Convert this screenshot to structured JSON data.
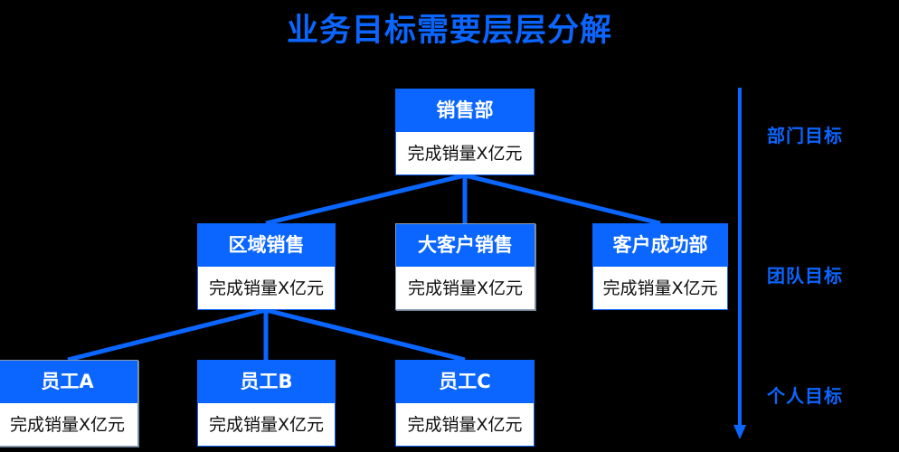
{
  "title": "业务目标需要层层分解",
  "theme": {
    "background": "#000000",
    "accent": "#0a66ff",
    "header_text": "#ffffff",
    "body_text": "#111111"
  },
  "tree": {
    "levels": [
      {
        "id": "department",
        "axis_label": "部门目标",
        "nodes": [
          {
            "id": "sales-dept",
            "header": "销售部",
            "body": "完成销量X亿元"
          }
        ]
      },
      {
        "id": "team",
        "axis_label": "团队目标",
        "nodes": [
          {
            "id": "regional-sales",
            "header": "区域销售",
            "body": "完成销量X亿元"
          },
          {
            "id": "key-account",
            "header": "大客户销售",
            "body": "完成销量X亿元"
          },
          {
            "id": "customer-success",
            "header": "客户成功部",
            "body": "完成销量X亿元"
          }
        ]
      },
      {
        "id": "individual",
        "axis_label": "个人目标",
        "nodes": [
          {
            "id": "employee-a",
            "header": "员工A",
            "body": "完成销量X亿元"
          },
          {
            "id": "employee-b",
            "header": "员工B",
            "body": "完成销量X亿元"
          },
          {
            "id": "employee-c",
            "header": "员工C",
            "body": "完成销量X亿元"
          }
        ]
      }
    ]
  },
  "axis": {
    "orientation": "vertical",
    "arrow": "down",
    "labels": [
      "部门目标",
      "团队目标",
      "个人目标"
    ]
  },
  "chart_data": {
    "type": "diagram",
    "subtype": "org-chart-tree",
    "title": "业务目标需要层层分解",
    "nodes": [
      {
        "id": "sales-dept",
        "level": 1,
        "header": "销售部",
        "body": "完成销量X亿元"
      },
      {
        "id": "regional-sales",
        "level": 2,
        "header": "区域销售",
        "body": "完成销量X亿元"
      },
      {
        "id": "key-account",
        "level": 2,
        "header": "大客户销售",
        "body": "完成销量X亿元"
      },
      {
        "id": "customer-success",
        "level": 2,
        "header": "客户成功部",
        "body": "完成销量X亿元"
      },
      {
        "id": "employee-a",
        "level": 3,
        "header": "员工A",
        "body": "完成销量X亿元"
      },
      {
        "id": "employee-b",
        "level": 3,
        "header": "员工B",
        "body": "完成销量X亿元"
      },
      {
        "id": "employee-c",
        "level": 3,
        "header": "员工C",
        "body": "完成销量X亿元"
      }
    ],
    "edges": [
      {
        "from": "sales-dept",
        "to": "regional-sales"
      },
      {
        "from": "sales-dept",
        "to": "key-account"
      },
      {
        "from": "sales-dept",
        "to": "customer-success"
      },
      {
        "from": "regional-sales",
        "to": "employee-a"
      },
      {
        "from": "regional-sales",
        "to": "employee-b"
      },
      {
        "from": "regional-sales",
        "to": "employee-c"
      }
    ],
    "level_labels": [
      "部门目标",
      "团队目标",
      "个人目标"
    ]
  }
}
